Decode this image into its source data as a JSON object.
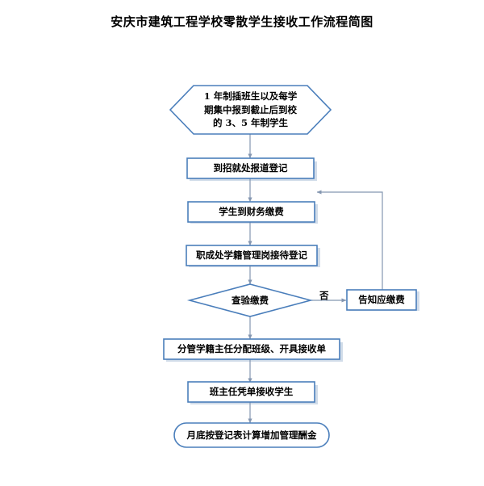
{
  "title": "安庆市建筑工程学校零散学生接收工作流程简图",
  "colors": {
    "shape_stroke": "#4a7ebb",
    "shape_fill": "#ffffff",
    "connector": "#8496b0",
    "shadow": "#c6d3e4",
    "text": "#000000",
    "background": "#ffffff"
  },
  "flow": {
    "nodes": [
      {
        "id": "start",
        "shape": "hexagon",
        "label": "1 年制插班生以及每学\n期集中报到截止后到校\n的 3、5 年制学生"
      },
      {
        "id": "register",
        "shape": "rectangle",
        "label": "到招就处报道登记"
      },
      {
        "id": "pay-fees",
        "shape": "rectangle",
        "label": "学生到财务缴费"
      },
      {
        "id": "reception-registration",
        "shape": "rectangle",
        "label": "职成处学籍管理岗接待登记"
      },
      {
        "id": "verify-payment",
        "shape": "diamond",
        "label": "查验缴费"
      },
      {
        "id": "notify-payment-due",
        "shape": "rectangle",
        "label": "告知应缴费"
      },
      {
        "id": "assign-class",
        "shape": "rectangle",
        "label": "分管学籍主任分配班级、开具接收单"
      },
      {
        "id": "teacher-accept",
        "shape": "rectangle",
        "label": "班主任凭单接收学生"
      },
      {
        "id": "monthly-calculation",
        "shape": "rounded-rectangle",
        "label": "月底按登记表计算增加管理酬金"
      }
    ],
    "edges": [
      {
        "from": "start",
        "to": "register",
        "label": ""
      },
      {
        "from": "register",
        "to": "pay-fees",
        "label": ""
      },
      {
        "from": "pay-fees",
        "to": "reception-registration",
        "label": ""
      },
      {
        "from": "reception-registration",
        "to": "verify-payment",
        "label": ""
      },
      {
        "from": "verify-payment",
        "to": "notify-payment-due",
        "label": "否"
      },
      {
        "from": "notify-payment-due",
        "to": "pay-fees",
        "label": ""
      },
      {
        "from": "verify-payment",
        "to": "assign-class",
        "label": ""
      },
      {
        "from": "assign-class",
        "to": "teacher-accept",
        "label": ""
      },
      {
        "from": "teacher-accept",
        "to": "monthly-calculation",
        "label": ""
      }
    ]
  }
}
